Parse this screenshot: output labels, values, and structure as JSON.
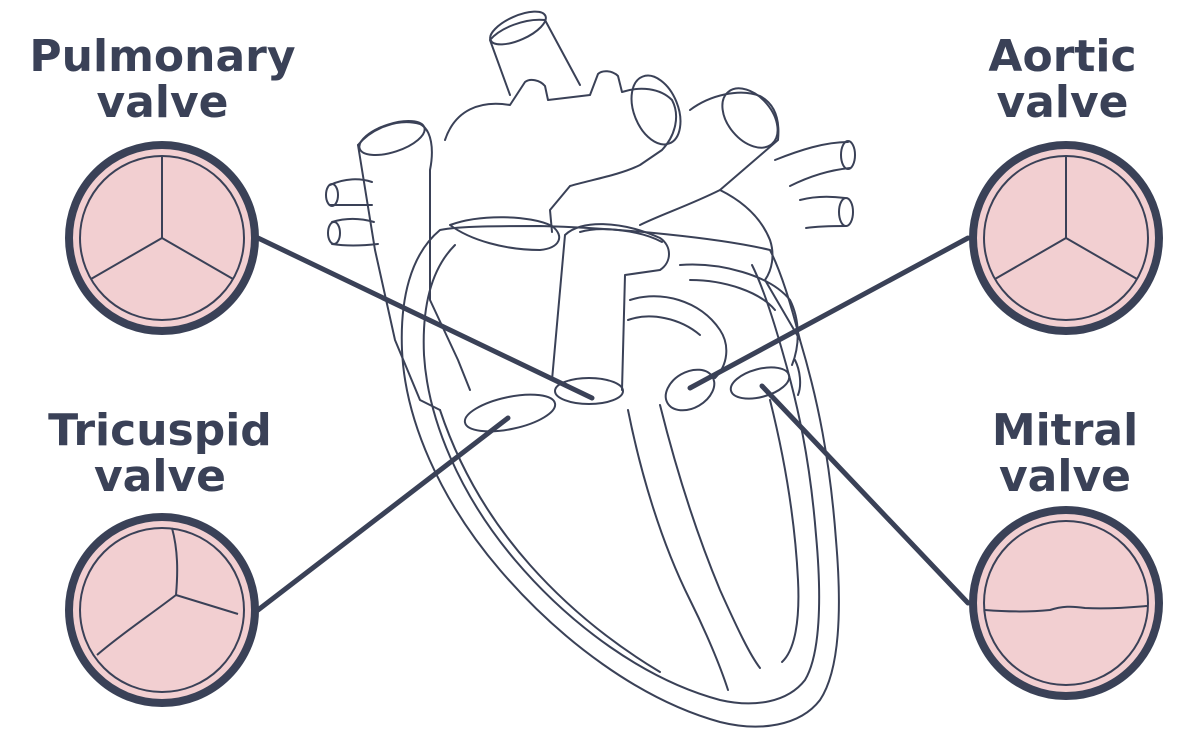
{
  "labels": {
    "pulmonary": {
      "line1": "Pulmonary",
      "line2": "valve"
    },
    "aortic": {
      "line1": "Aortic",
      "line2": "valve"
    },
    "tricuspid": {
      "line1": "Tricuspid",
      "line2": "valve"
    },
    "mitral": {
      "line1": "Mitral",
      "line2": "valve"
    }
  },
  "colors": {
    "label_text": "#3a4157",
    "outline": "#3a4157",
    "valve_fill": "#f2cfd1",
    "heart_stroke": "#3a4157",
    "background": "#ffffff"
  }
}
